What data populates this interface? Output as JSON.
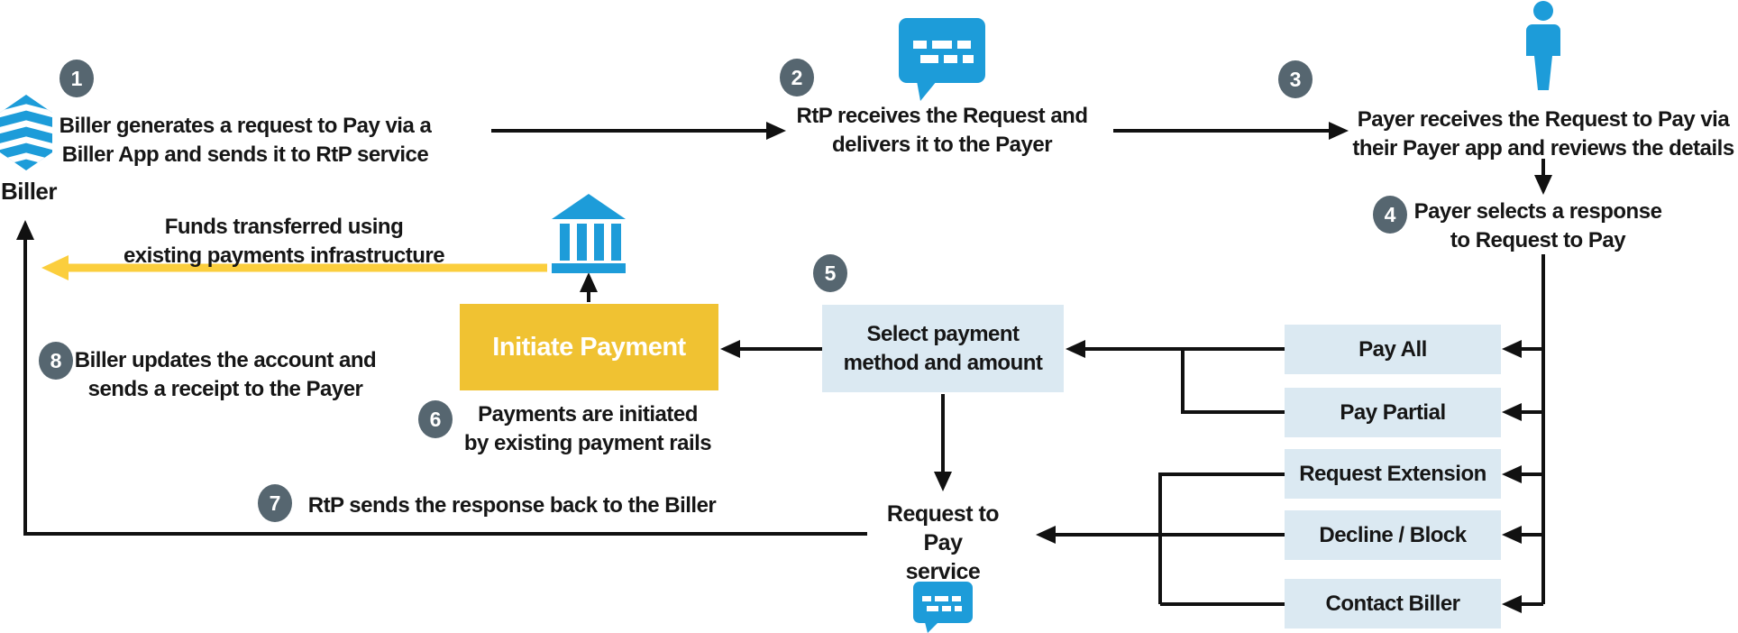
{
  "title": "Request to Pay (RtP) flow diagram",
  "colors": {
    "icon_blue": "#1d9cd9",
    "badge_slate": "#566670",
    "initiate_yellow": "#f0c232",
    "funds_arrow_yellow": "#fbce3d",
    "option_light_blue": "#dbe9f2",
    "line_black": "#111111"
  },
  "nodes": {
    "biller_label": "Biller",
    "step1": {
      "num": "1",
      "line1": "Biller generates a request to Pay via a",
      "line2": "Biller App and sends it to RtP service"
    },
    "step2": {
      "num": "2",
      "line1": "RtP receives the Request and",
      "line2": "delivers it to the Payer"
    },
    "step3": {
      "num": "3",
      "line1": "Payer receives the Request to Pay via",
      "line2": "their Payer app and reviews the details"
    },
    "step4": {
      "num": "4",
      "line1": "Payer selects a response",
      "line2": "to Request to Pay"
    },
    "step5": {
      "num": "5"
    },
    "step6": {
      "num": "6",
      "line1": "Payments are initiated",
      "line2": "by existing payment rails"
    },
    "step7": {
      "num": "7",
      "line1": "RtP sends the response back to the Biller"
    },
    "step8": {
      "num": "8",
      "line1": "Biller updates the account and",
      "line2": "sends a receipt to the Payer"
    },
    "funds": {
      "line1": "Funds transferred using",
      "line2": "existing payments infrastructure"
    },
    "initiate_payment_label": "Initiate Payment",
    "select_payment": {
      "line1": "Select payment",
      "line2": "method and amount"
    },
    "rtp_service": {
      "line1": "Request to",
      "line2": "Pay",
      "line3": "service"
    },
    "options": [
      {
        "label": "Pay All"
      },
      {
        "label": "Pay Partial"
      },
      {
        "label": "Request Extension"
      },
      {
        "label": "Decline / Block"
      },
      {
        "label": "Contact Biller"
      }
    ]
  }
}
